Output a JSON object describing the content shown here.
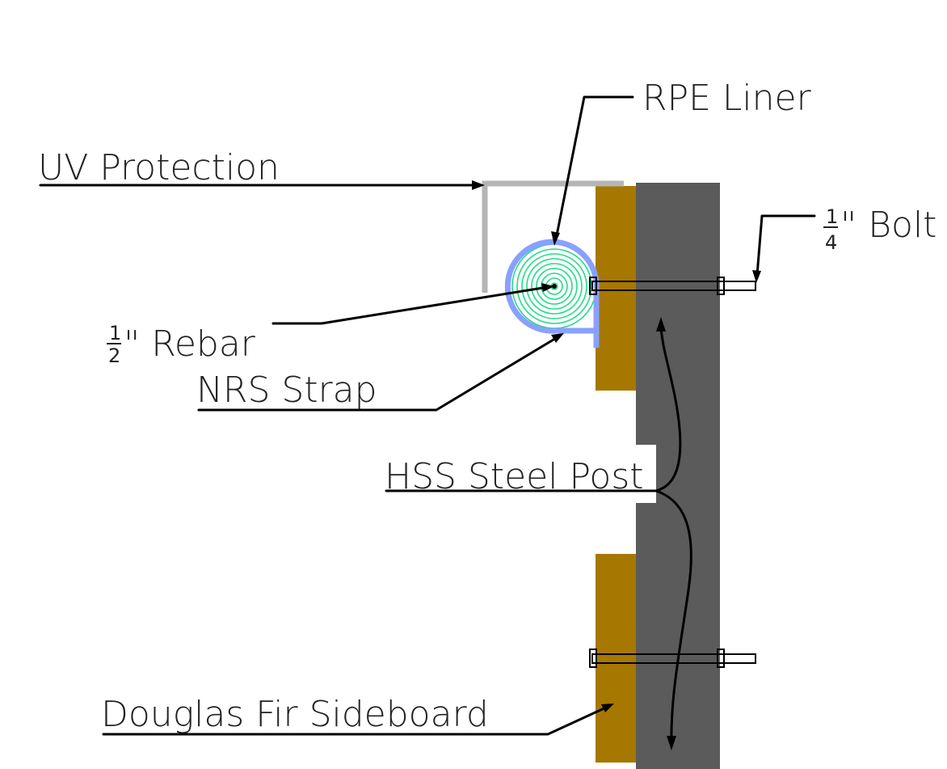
{
  "labels": {
    "rpe_liner": "RPE Liner",
    "uv_protection": "UV Protection",
    "bolt": "\" Bolt",
    "bolt_frac_num": "1",
    "bolt_frac_den": "4",
    "rebar": "\" Rebar",
    "rebar_frac_num": "1",
    "rebar_frac_den": "2",
    "nrs_strap": "NRS Strap",
    "hss_steel_post": "HSS Steel Post",
    "douglas_fir_sideboard": "Douglas Fir Sideboard"
  },
  "colors": {
    "steel_post": "#5b5b5b",
    "sideboard": "#a67800",
    "uv_protection": "#b5b5b5",
    "rpe_liner": "#8aa0ff",
    "rebar_rings": "#22dd88",
    "leader": "#000000",
    "text": "#222222"
  }
}
